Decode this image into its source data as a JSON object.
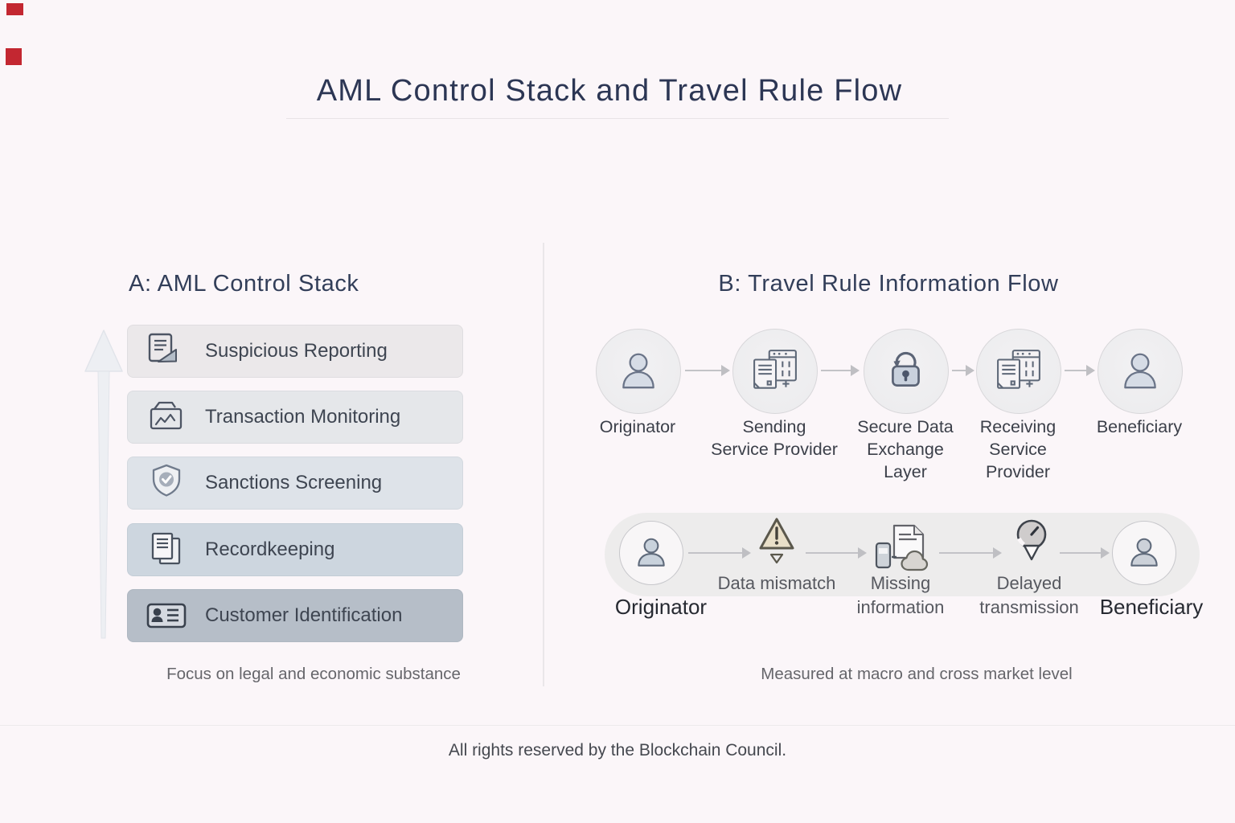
{
  "title": "AML Control Stack and Travel Rule Flow",
  "panel_a": {
    "heading": "A: AML Control Stack",
    "items": [
      {
        "label": "Suspicious Reporting",
        "icon": "document-report-icon",
        "bg": "#ebe8ea"
      },
      {
        "label": "Transaction Monitoring",
        "icon": "folder-chart-icon",
        "bg": "#e5e7ea"
      },
      {
        "label": "Sanctions Screening",
        "icon": "shield-check-icon",
        "bg": "#dee3e9"
      },
      {
        "label": "Recordkeeping",
        "icon": "stacked-documents-icon",
        "bg": "#cdd6df"
      },
      {
        "label": "Customer Identification",
        "icon": "id-card-icon",
        "bg": "#b6bec8"
      }
    ],
    "caption": "Focus on legal and economic substance"
  },
  "panel_b": {
    "heading": "B: Travel Rule Information Flow",
    "flow_main": [
      {
        "label": "Originator",
        "icon": "person-icon"
      },
      {
        "label": "Sending\nService Provider",
        "icon": "documents-window-icon"
      },
      {
        "label": "Secure Data\nExchange\nLayer",
        "icon": "lock-icon"
      },
      {
        "label": "Receiving\nService\nProvider",
        "icon": "documents-window-icon"
      },
      {
        "label": "Beneficiary",
        "icon": "person-icon"
      }
    ],
    "flow_issues": {
      "start": {
        "label": "Originator",
        "icon": "person-icon"
      },
      "steps": [
        {
          "label": "Data mismatch",
          "icon": "warning-triangle-icon"
        },
        {
          "label": "Missing\ninformation",
          "icon": "document-cloud-icon"
        },
        {
          "label": "Delayed\ntransmission",
          "icon": "gauge-pin-icon"
        }
      ],
      "end": {
        "label": "Beneficiary",
        "icon": "person-icon"
      }
    },
    "caption": "Measured at macro and cross market level"
  },
  "footer": {
    "text": "All rights reserved by the Blockchain Council."
  },
  "colors": {
    "background": "#fbf6f9",
    "title_text": "#2c3654",
    "heading_text": "#323e59",
    "body_text": "#3e4551",
    "caption_text": "#66666b",
    "divider": "#e8e4e7",
    "node_circle_fill": "#eeedef",
    "arrow_gray": "#c3c3c7",
    "pill_background": "#edecec",
    "warning_fill": "#e9dfc8",
    "stack_gradient": [
      "#ebe8ea",
      "#e5e7ea",
      "#dee3e9",
      "#cdd6df",
      "#b6bec8"
    ],
    "artifact_red": "#c32731"
  }
}
